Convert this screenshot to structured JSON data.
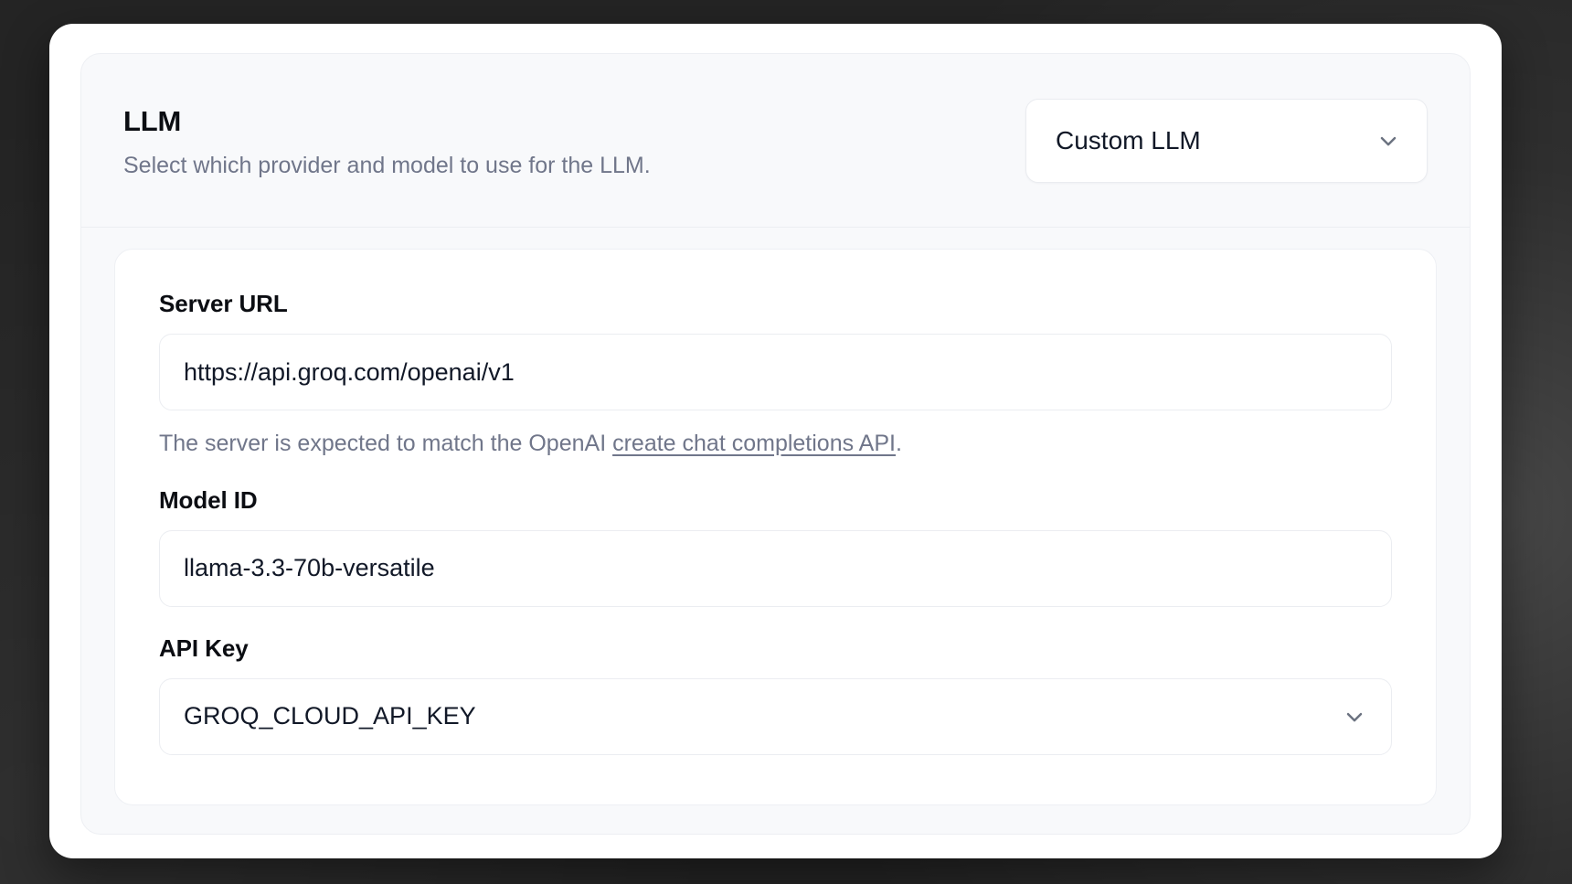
{
  "panel": {
    "title": "LLM",
    "subtitle": "Select which provider and model to use for the LLM.",
    "provider_select": {
      "value": "Custom LLM",
      "icon": "chevron-down-icon"
    }
  },
  "form": {
    "server_url": {
      "label": "Server URL",
      "value": "https://api.groq.com/openai/v1",
      "helper_prefix": "The server is expected to match the OpenAI ",
      "helper_link": "create chat completions API",
      "helper_suffix": "."
    },
    "model_id": {
      "label": "Model ID",
      "value": "llama-3.3-70b-versatile"
    },
    "api_key": {
      "label": "API Key",
      "value": "GROQ_CLOUD_API_KEY",
      "icon": "chevron-down-icon"
    }
  },
  "colors": {
    "backdrop": "#242424",
    "card": "#ffffff",
    "panel": "#f8f9fb",
    "border": "#ebedf1",
    "text": "#111827",
    "muted": "#70768a"
  }
}
